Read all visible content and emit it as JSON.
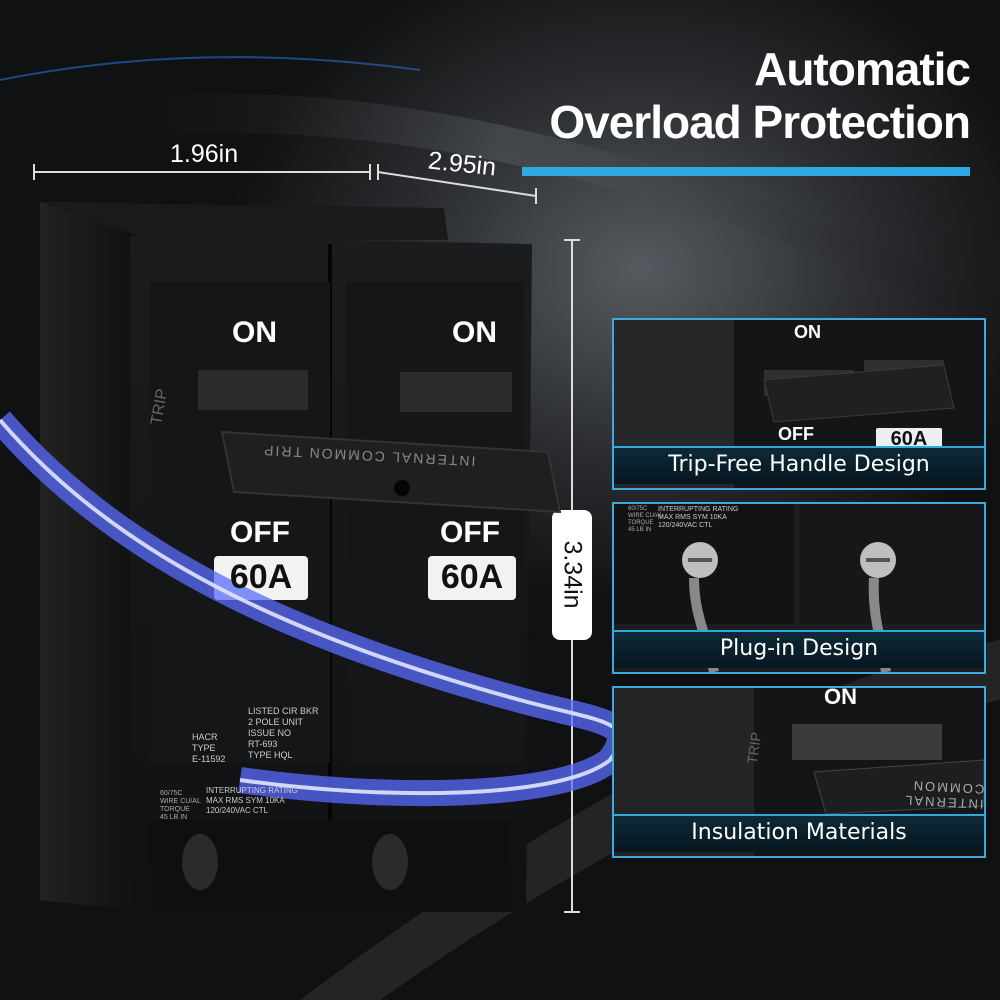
{
  "headline": {
    "line1": "Automatic",
    "line2": "Overload Protection"
  },
  "dimensions": {
    "width": "1.96in",
    "depth": "2.95in",
    "height": "3.34in"
  },
  "breaker": {
    "pole_left": {
      "on": "ON",
      "off": "OFF",
      "rating": "60A"
    },
    "pole_right": {
      "on": "ON",
      "off": "OFF",
      "rating": "60A"
    },
    "handle_tie_text": "INTERNAL COMMON TRIP",
    "side_text": "TRIP",
    "label_left": "HACR\nTYPE\nE-11592",
    "label_right": "LISTED CIR BKR\n2 POLE UNIT\nISSUE NO\nRT-693\nTYPE HQL",
    "bottom_left": "60/75C\nWIRE CU/AL\nTORQUE\n45 LB IN",
    "bottom_right": "INTERRUPTING RATING\nMAX RMS SYM 10KA\n120/240VAC CTL"
  },
  "features": [
    {
      "caption": "Trip-Free Handle Design",
      "on": "ON",
      "off": "OFF",
      "rating": "60A"
    },
    {
      "caption": "Plug-in Design",
      "spec": "INTERRUPTING RATING\nMAX RMS SYM 10KA\n120/240VAC CTL",
      "wire": "60/75C\nWIRE CU/AL\nTORQUE\n45 LB IN"
    },
    {
      "caption": "Insulation Materials",
      "on": "ON",
      "tie": "INTERNAL COMMON",
      "side": "TRIP"
    }
  ],
  "colors": {
    "accent": "#2fa8e4",
    "swirl": "#5a6cff",
    "body": "#121314"
  }
}
